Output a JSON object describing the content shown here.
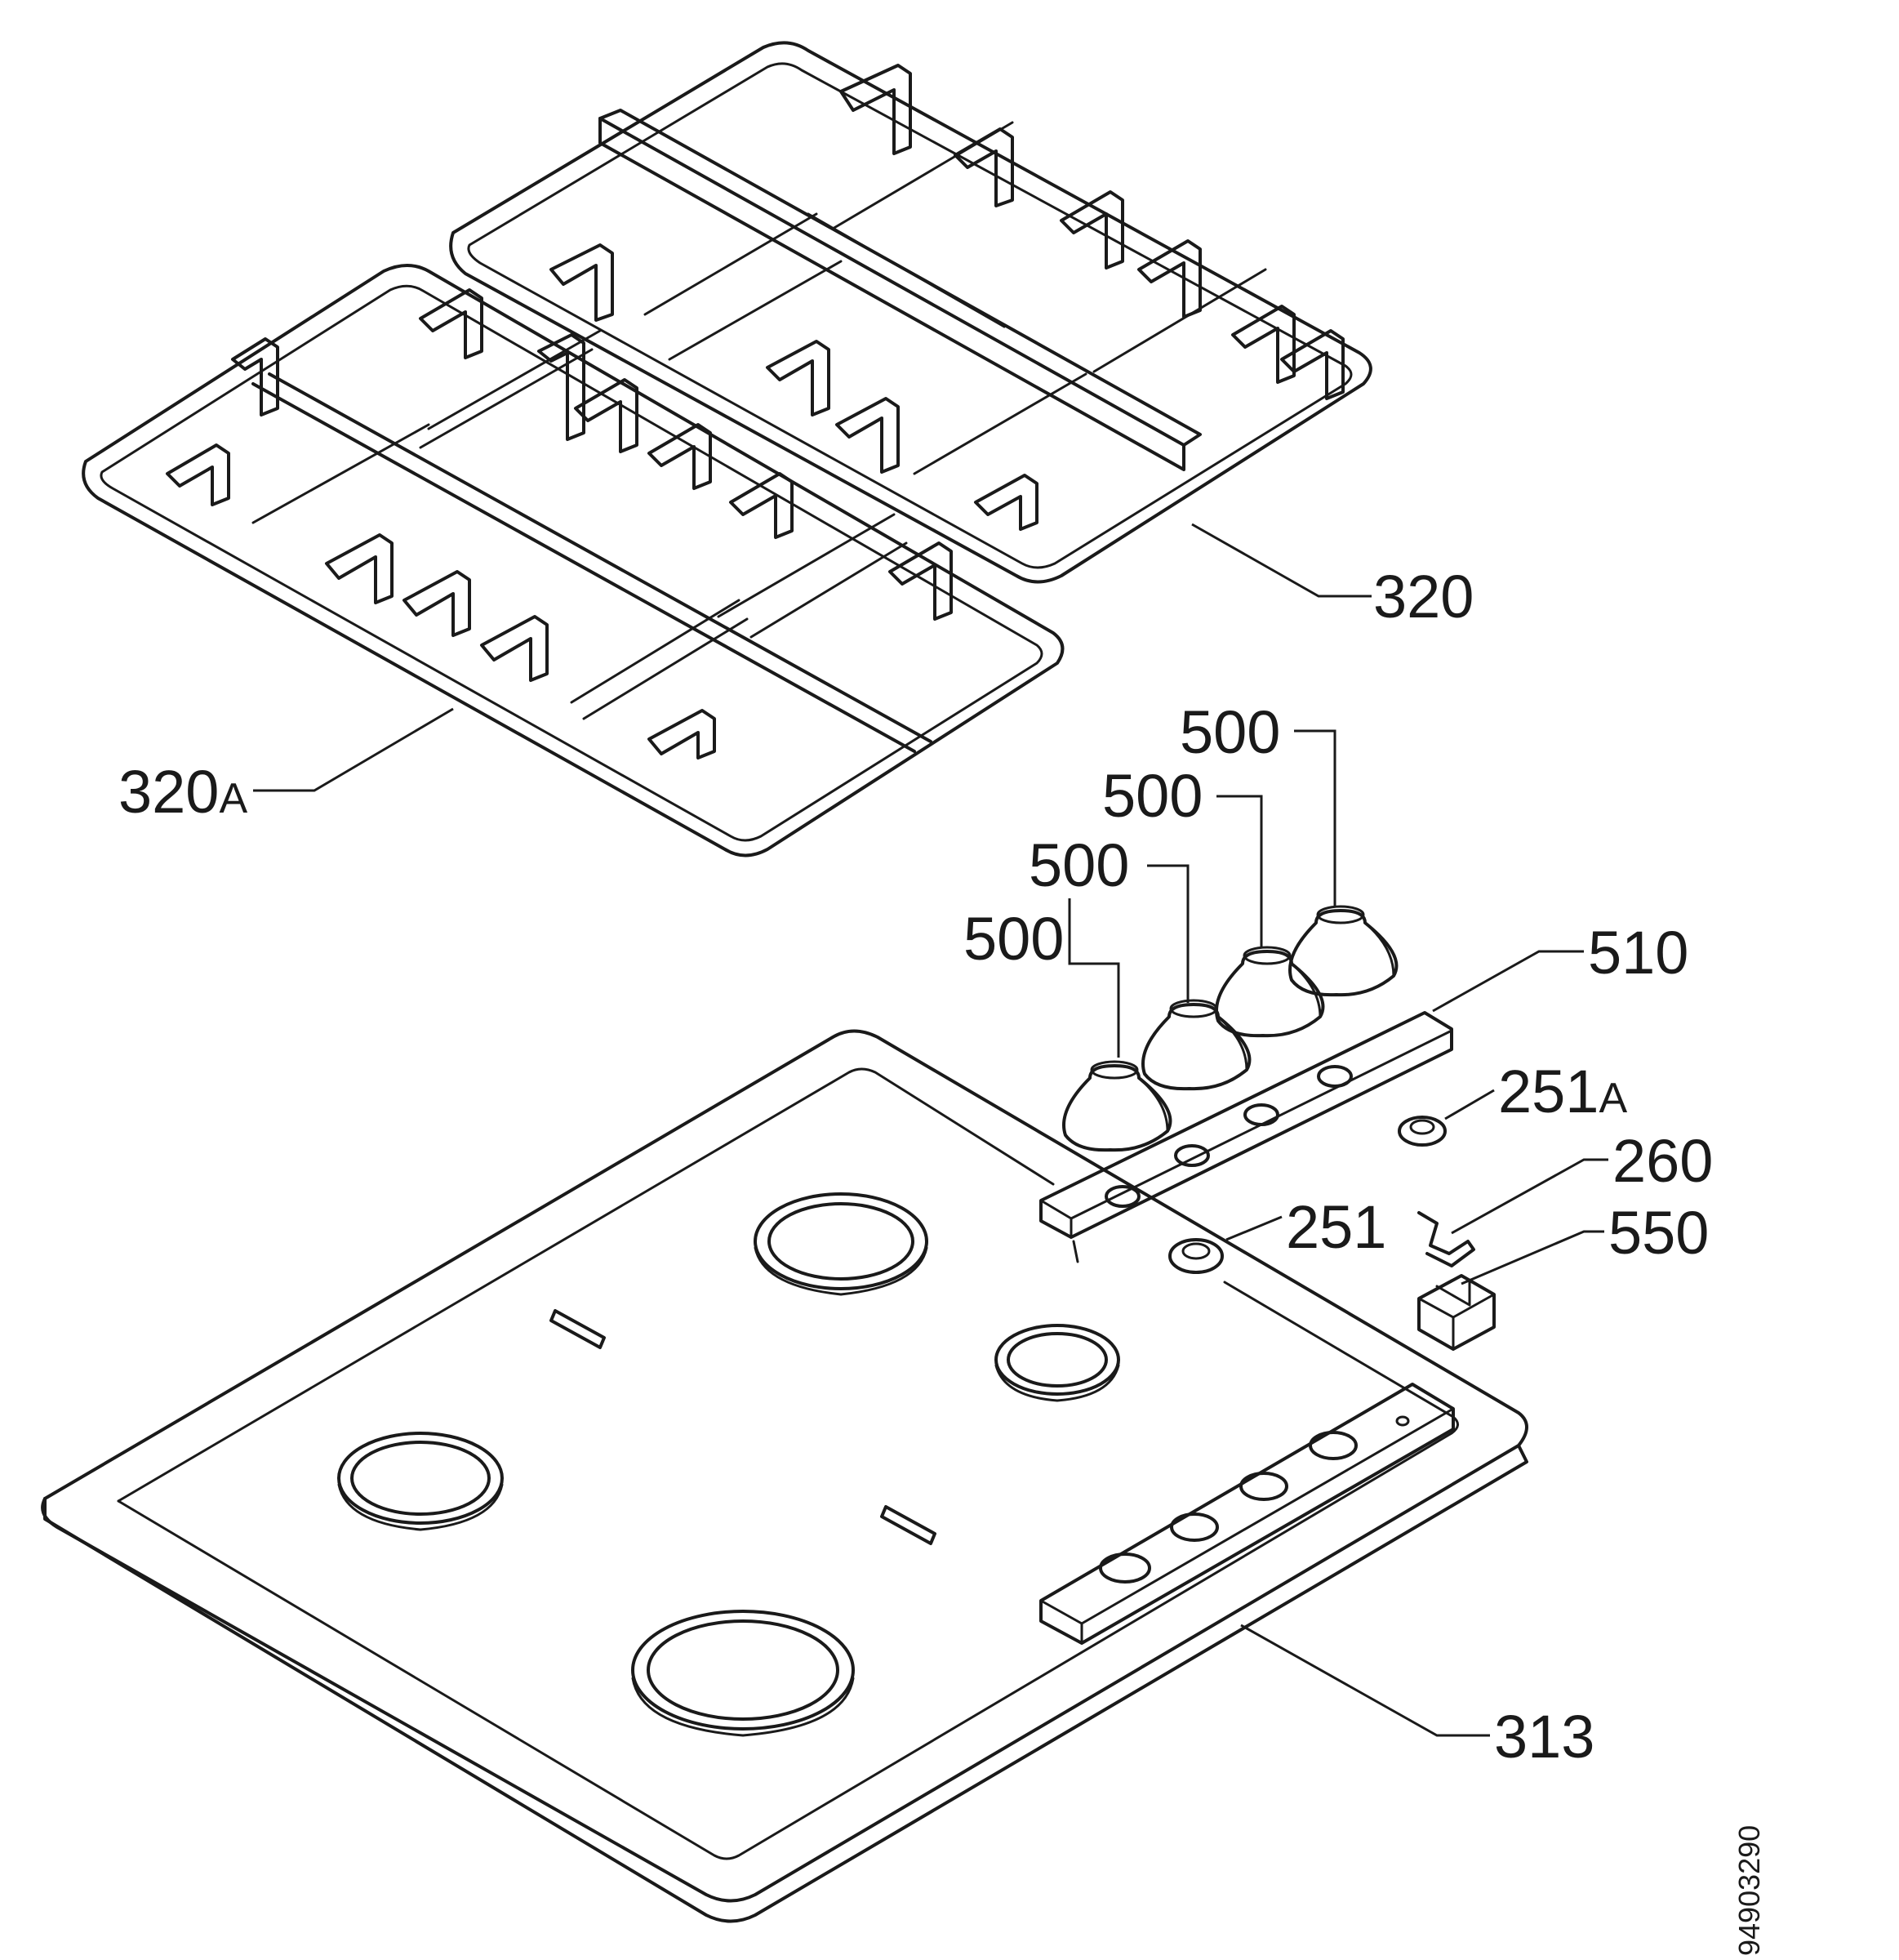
{
  "callouts": {
    "grid_right": "320",
    "grid_left_num": "320",
    "grid_left_suffix": "A",
    "knob_1": "500",
    "knob_2": "500",
    "knob_3": "500",
    "knob_4": "500",
    "panel": "510",
    "seal_a_num": "251",
    "seal_a_suffix": "A",
    "seal": "251",
    "spring": "260",
    "switch": "550",
    "hob_top": "313"
  },
  "document_number": "94903290",
  "colors": {
    "ink": "#1a1a1a",
    "paper": "#ffffff"
  }
}
